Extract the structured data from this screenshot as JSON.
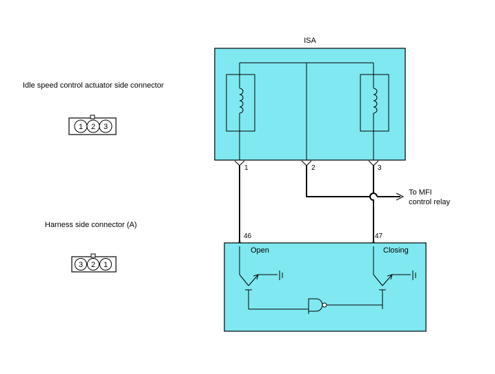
{
  "labels": {
    "actuator_connector": "Idle speed control actuator side connector",
    "harness_connector": "Harness side connector (A)",
    "isa": "ISA",
    "to_mfi_line1": "To MFI",
    "to_mfi_line2": "control relay",
    "open": "Open",
    "closing": "Closing"
  },
  "pins": {
    "isa_1": "1",
    "isa_2": "2",
    "isa_3": "3",
    "ecm_46": "46",
    "ecm_47": "47"
  },
  "actuator_connector_pins": [
    "1",
    "2",
    "3"
  ],
  "harness_connector_pins": [
    "3",
    "2",
    "1"
  ],
  "colors": {
    "module_fill": "#7fe8f0",
    "line": "#000000"
  }
}
